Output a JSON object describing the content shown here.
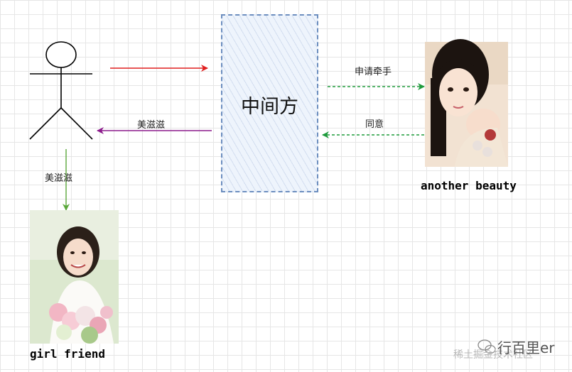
{
  "diagram": {
    "middle_node": {
      "label": "中间方"
    },
    "edges": [
      {
        "label": "",
        "color": "#e01e1e",
        "style": "solid"
      },
      {
        "label": "美滋滋",
        "color": "#8b1a8b",
        "style": "solid"
      },
      {
        "label": "申请牵手",
        "color": "#1e9b3c",
        "style": "dashed"
      },
      {
        "label": "同意",
        "color": "#1e9b3c",
        "style": "dashed"
      },
      {
        "label": "美滋滋",
        "color": "#5aa83a",
        "style": "solid"
      }
    ],
    "captions": {
      "another_beauty": "another beauty",
      "girl_friend": "girl friend"
    }
  },
  "watermark": {
    "platform": "稀土掘金技术社区",
    "account": "行百里er"
  },
  "colors": {
    "box_border": "#6c8ebf",
    "box_fill": "#eef4fc",
    "grid": "#e6e6e6"
  }
}
